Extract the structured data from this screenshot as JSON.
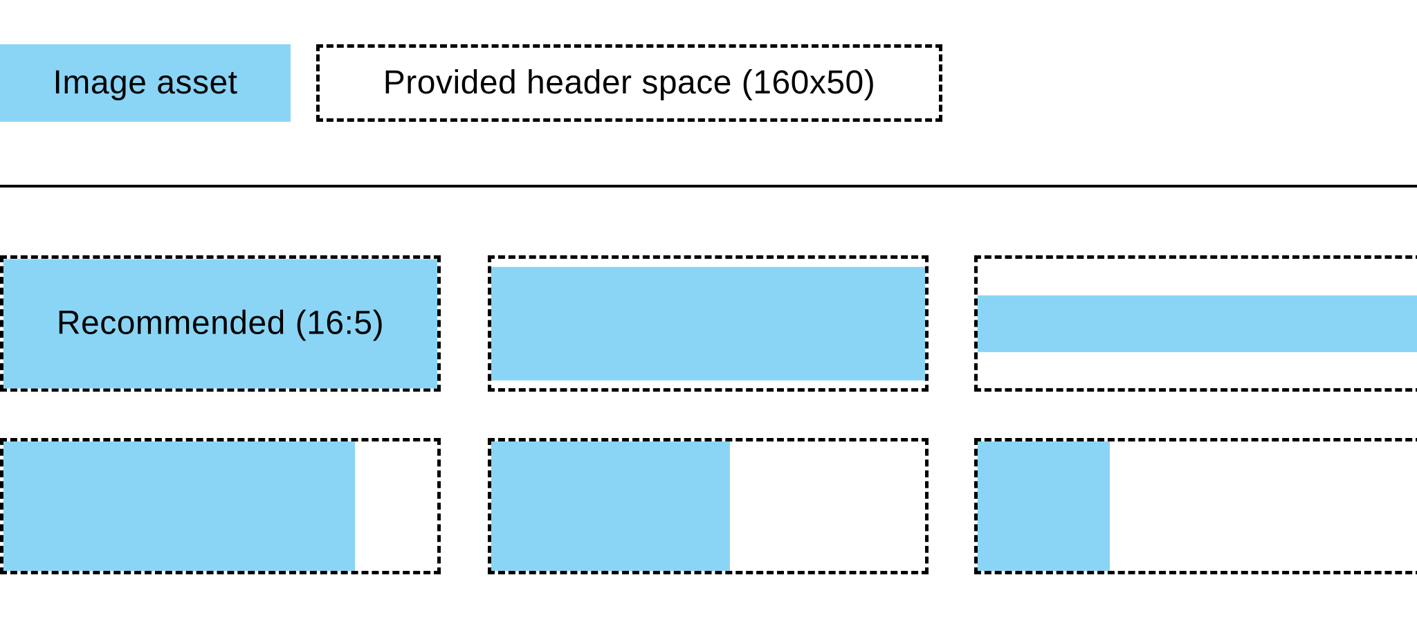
{
  "legend": {
    "image_asset_label": "Image asset",
    "header_space_label": "Provided header space (160x50)"
  },
  "colors": {
    "image_asset_blue": "#8AD5F5",
    "border_black": "#000000",
    "background_white": "#ffffff"
  },
  "cells": [
    {
      "fill_width_pct": 100,
      "fill_height_pct": 100,
      "label": "Recommended (16:5)"
    },
    {
      "fill_width_pct": 100,
      "fill_height_pct": 88
    },
    {
      "fill_width_pct": 100,
      "fill_height_pct": 44
    },
    {
      "fill_width_pct": 81,
      "fill_height_pct": 100
    },
    {
      "fill_width_pct": 55,
      "fill_height_pct": 100
    },
    {
      "fill_width_pct": 30,
      "fill_height_pct": 100
    }
  ]
}
